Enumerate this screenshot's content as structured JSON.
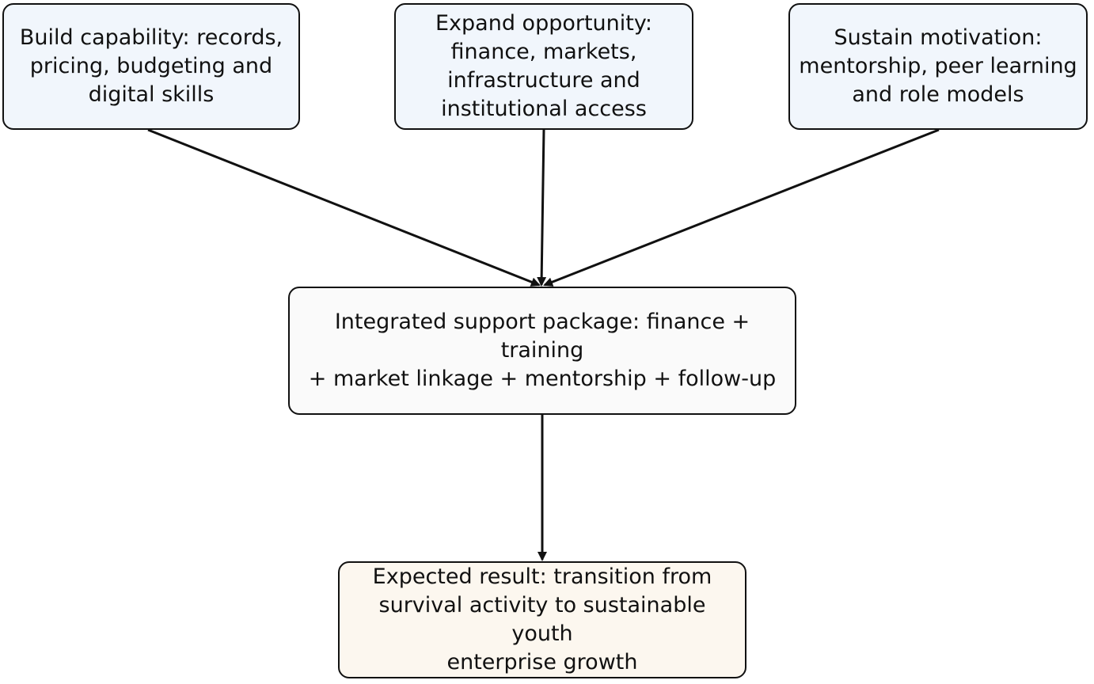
{
  "diagram": {
    "nodes": {
      "capability": "Build capability: records,\npricing, budgeting and\ndigital skills",
      "opportunity": "Expand opportunity:\nfinance, markets,\ninfrastructure and\ninstitutional access",
      "motivation": "Sustain motivation:\nmentorship, peer learning\nand role models",
      "integrated": "Integrated support package: finance + training\n+ market linkage + mentorship + follow-up",
      "result": "Expected result: transition from\nsurvival activity to sustainable youth\nenterprise growth"
    },
    "edges": [
      {
        "from": "capability",
        "to": "integrated"
      },
      {
        "from": "opportunity",
        "to": "integrated"
      },
      {
        "from": "motivation",
        "to": "integrated"
      },
      {
        "from": "integrated",
        "to": "result"
      }
    ],
    "colors": {
      "input_fill": "#f1f6fc",
      "integrated_fill": "#fafafa",
      "result_fill": "#fcf7ef",
      "stroke": "#111111"
    }
  }
}
